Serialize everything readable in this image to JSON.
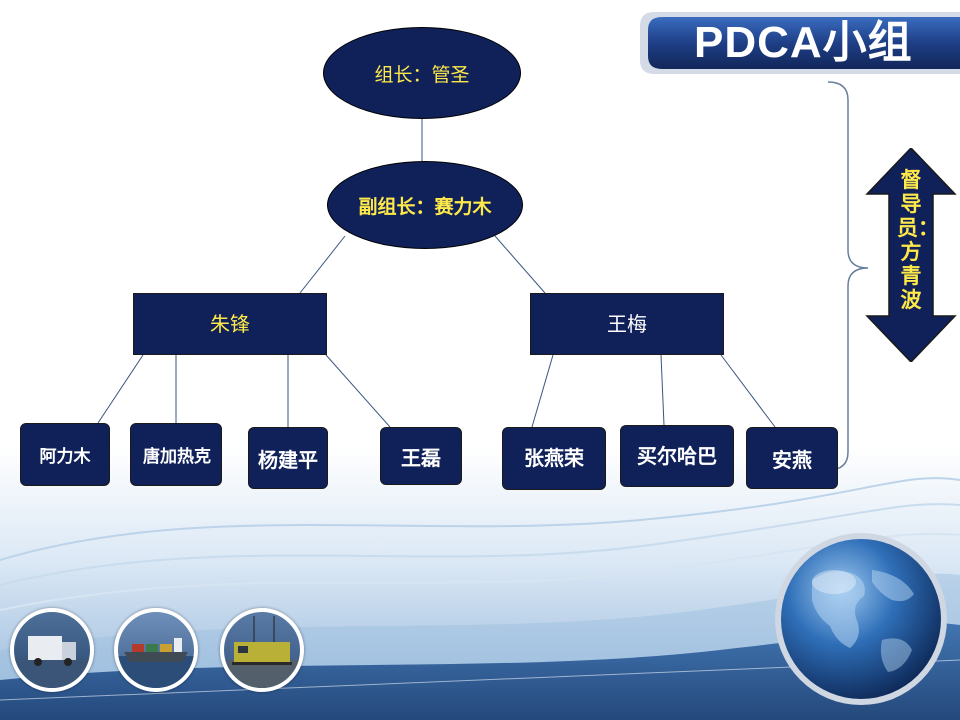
{
  "title": "PDCA小组",
  "leader": "组长：管圣",
  "vice_leader": "副组长：赛力木",
  "groups": [
    {
      "head": "朱锋",
      "members": [
        "阿力木",
        "唐加热克",
        "杨建平",
        "王磊"
      ]
    },
    {
      "head": "王梅",
      "members": [
        "张燕荣",
        "买尔哈巴",
        "安燕"
      ]
    }
  ],
  "supervisor": "督导员：方青波",
  "colors": {
    "box_fill": "#0f2158",
    "highlight_text": "#ffe94a",
    "white_text": "#ffffff",
    "banner": "#1e3f86"
  },
  "thumbnails": [
    "truck-photo",
    "ship-photo",
    "train-photo"
  ]
}
